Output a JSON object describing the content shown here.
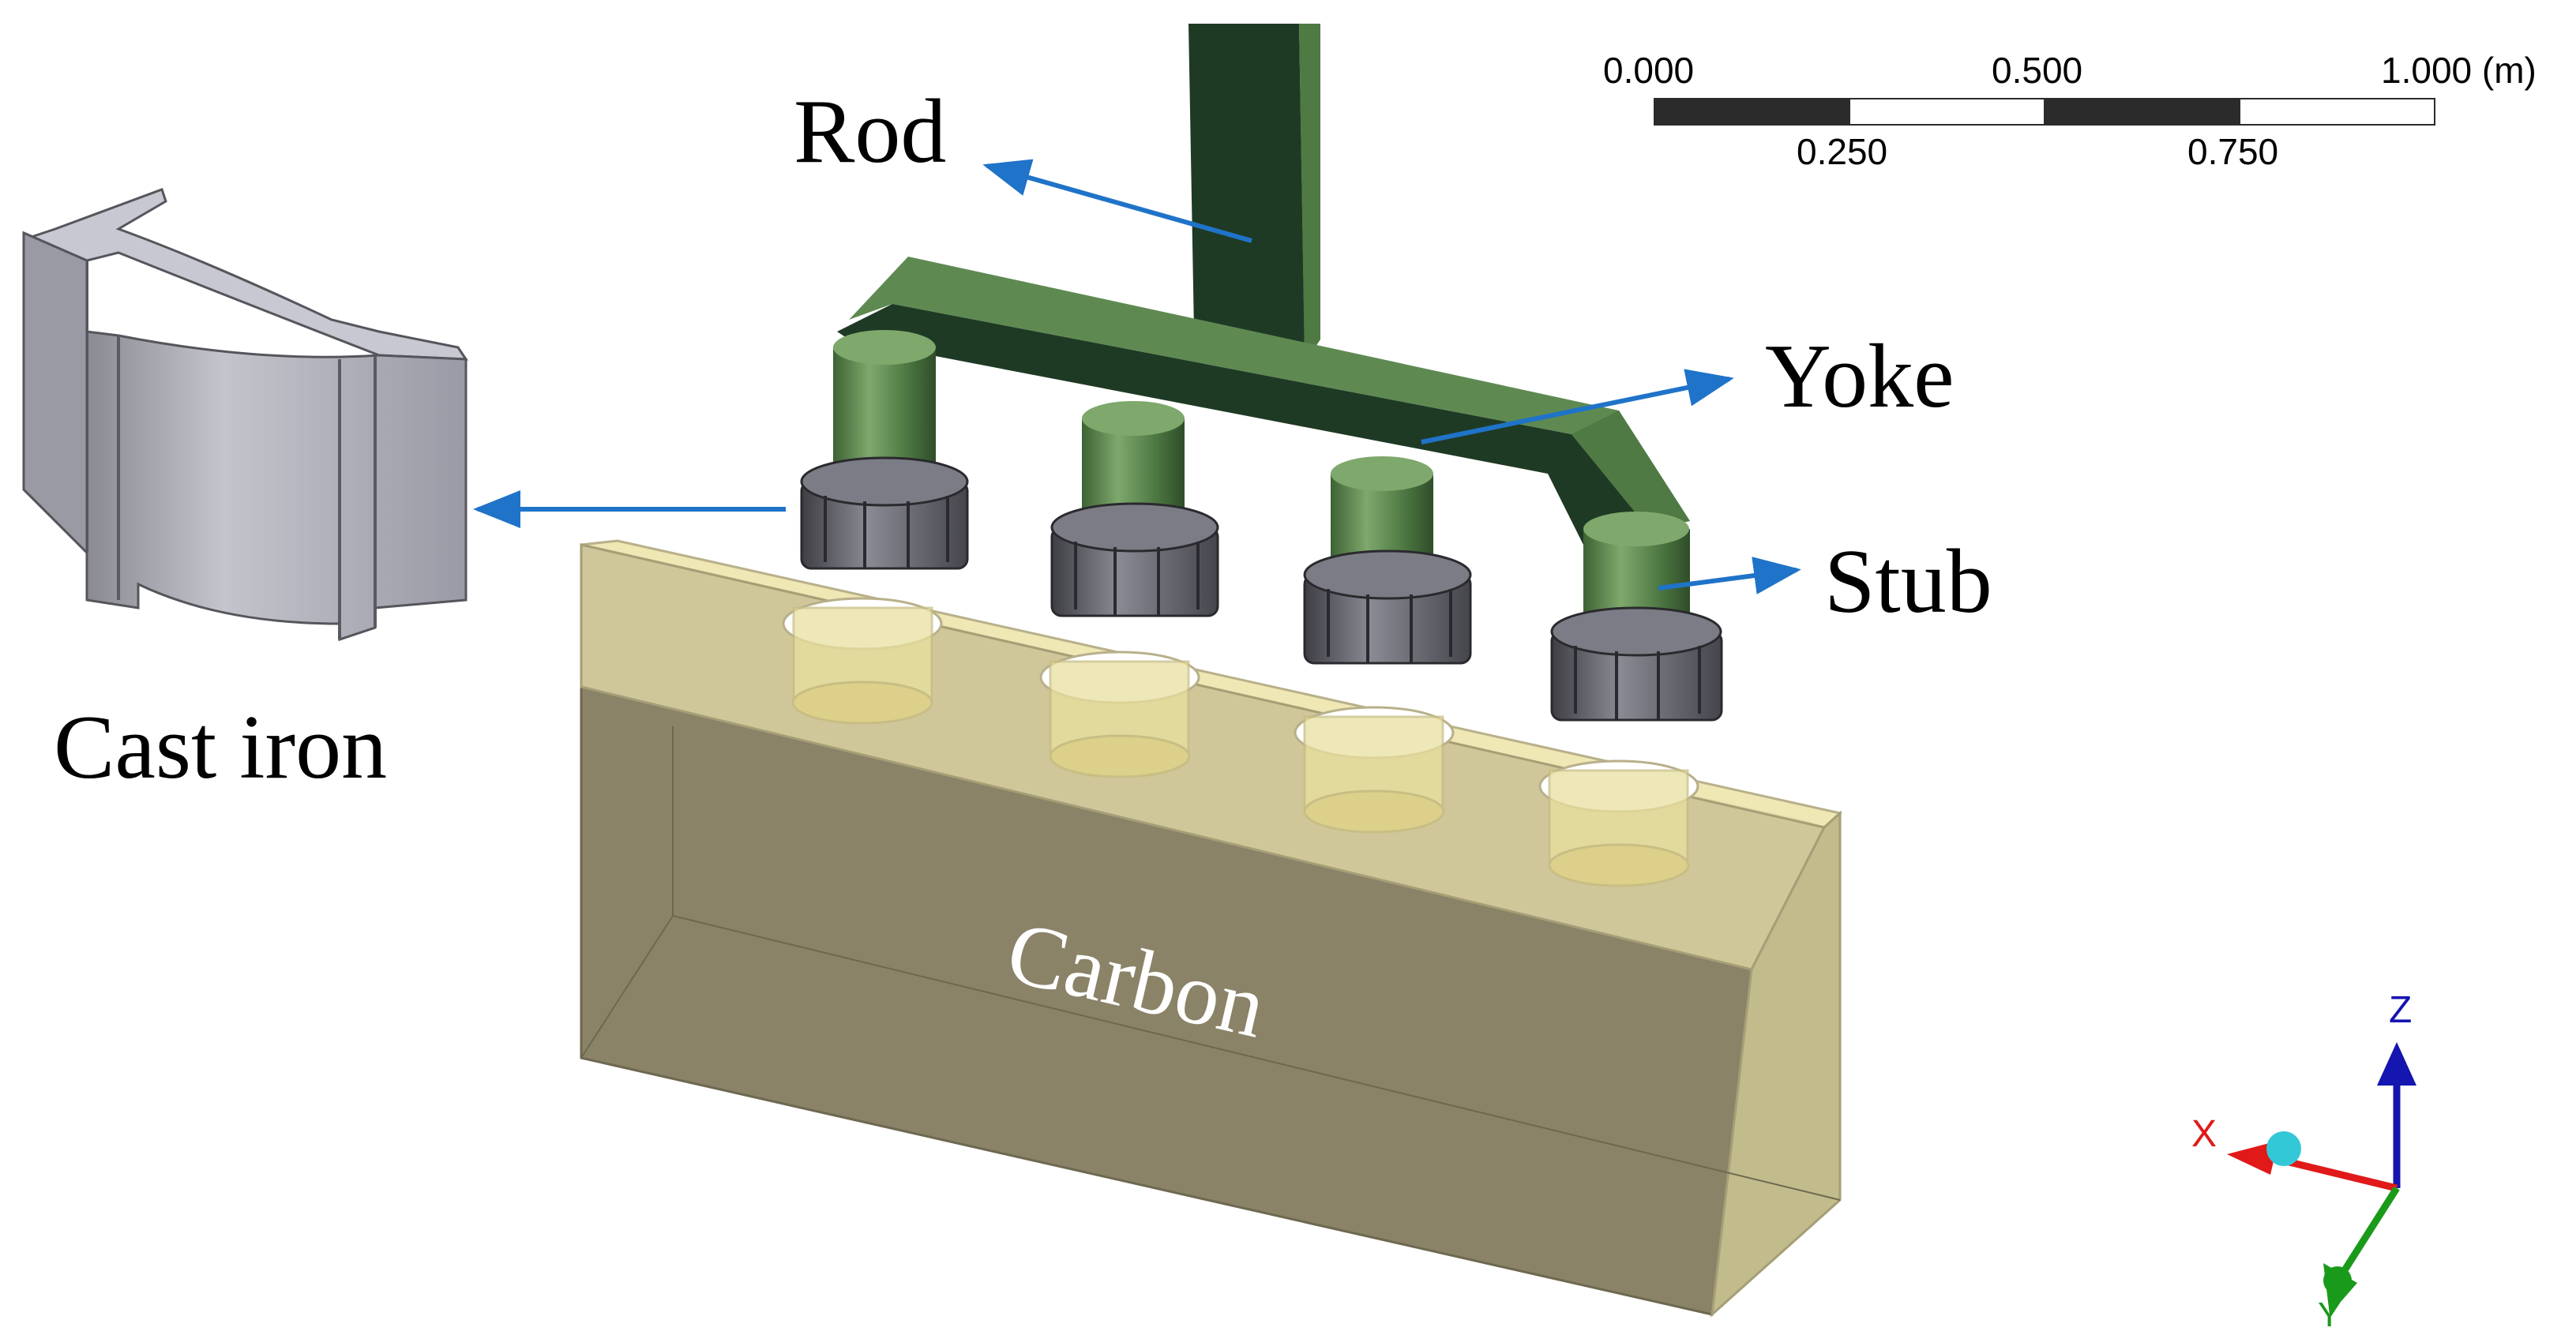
{
  "labels": {
    "rod": "Rod",
    "yoke": "Yoke",
    "stub": "Stub",
    "cast_iron": "Cast iron",
    "carbon": "Carbon"
  },
  "scale_bar": {
    "top_labels": [
      "0.000",
      "0.500",
      "1.000 (m)"
    ],
    "bottom_labels": [
      "0.250",
      "0.750"
    ]
  },
  "axes": {
    "x": "X",
    "y": "Y",
    "z": "Z"
  },
  "colors": {
    "rod_dark": "#1f3a24",
    "yoke_top": "#5e8a52",
    "yoke_front": "#2a4a2c",
    "stub": "#4f7a44",
    "stub_light": "#7ea86c",
    "cast_iron": "#5a5a60",
    "cast_iron_light": "#a6a6b2",
    "carbon_top": "#efe7b4",
    "carbon_front": "#8a8368",
    "carbon_side": "#c2bb8c",
    "arrow": "#1f73c8",
    "axis_x": "#e11919",
    "axis_y": "#1a9a1a",
    "axis_z": "#1515b0",
    "axis_ball": "#33c8d8"
  }
}
